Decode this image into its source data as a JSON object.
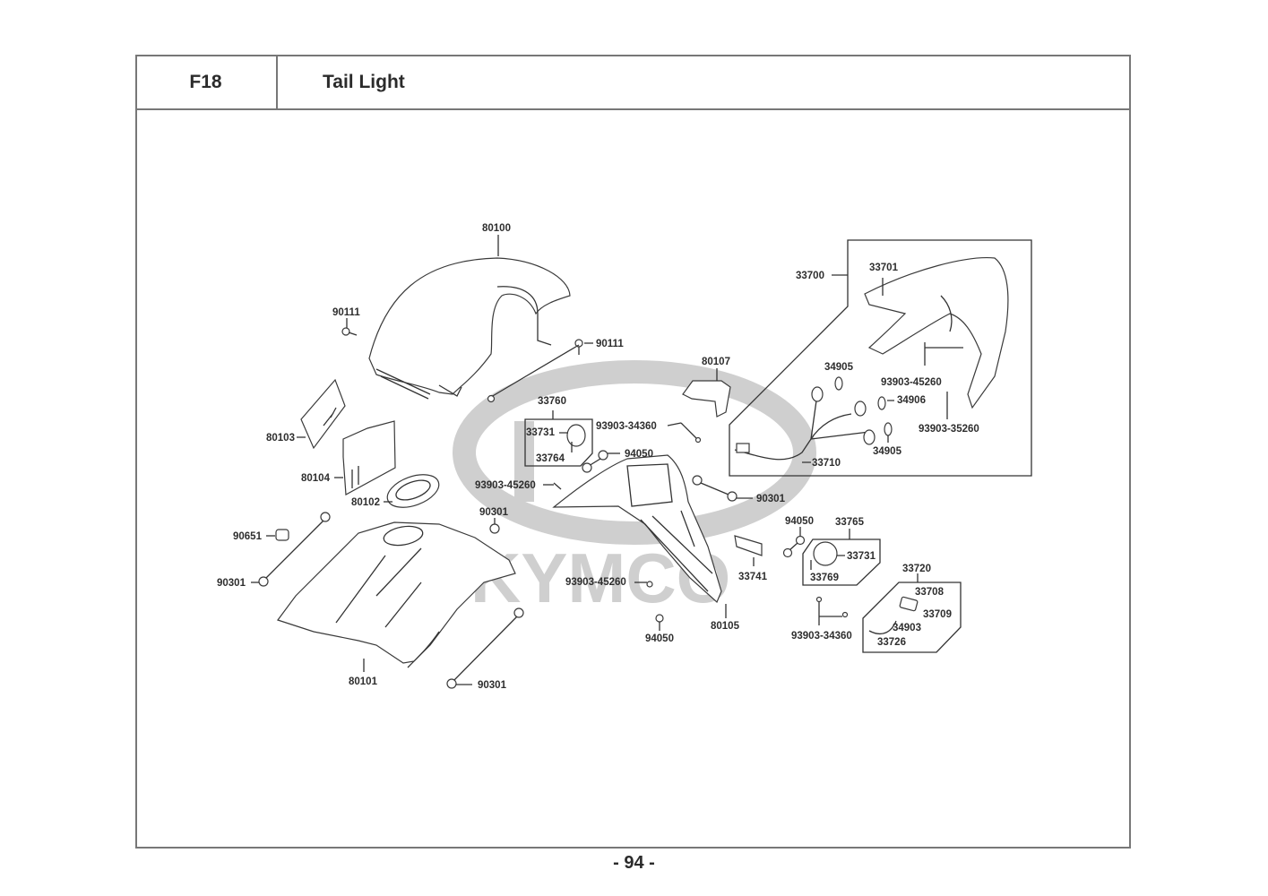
{
  "header": {
    "section_code": "F18",
    "title": "Tail Light"
  },
  "watermark": "KYMCO",
  "page_number": "- 94 -",
  "part_labels": {
    "p80100": "80100",
    "p90111_left": "90111",
    "p90111_right": "90111",
    "p80103": "80103",
    "p80104": "80104",
    "p80102": "80102",
    "p90651": "90651",
    "p90301_left": "90301",
    "p90301_mid": "90301",
    "p90301_bottom": "90301",
    "p90301_right": "90301",
    "p80101": "80101",
    "p33760": "33760",
    "p33731_a": "33731",
    "p33764": "33764",
    "p93903_34360_top": "93903-34360",
    "p94050_top": "94050",
    "p93903_45260_left": "93903-45260",
    "p93903_45260_low": "93903-45260",
    "p94050_bottom": "94050",
    "p80105": "80105",
    "p80107": "80107",
    "p33741": "33741",
    "p94050_right": "94050",
    "p33765": "33765",
    "p33731_b": "33731",
    "p33769": "33769",
    "p93903_34360_bottom": "93903-34360",
    "p33720": "33720",
    "p33708": "33708",
    "p33709": "33709",
    "p34903": "34903",
    "p33726": "33726",
    "p33700": "33700",
    "p33701": "33701",
    "p34905_top": "34905",
    "p34906": "34906",
    "p34905_bottom": "34905",
    "p93903_45260_box": "93903-45260",
    "p93903_35260": "93903-35260",
    "p33710": "33710"
  }
}
